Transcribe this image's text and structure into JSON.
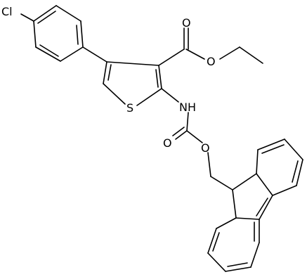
{
  "molecule": {
    "atom_labels": {
      "chlorine": "Cl",
      "sulfur": "S",
      "amine": "NH",
      "carbonyl_oxygen_ester": "O",
      "ether_oxygen_ester": "O",
      "carbonyl_oxygen_carbamate": "O",
      "ether_oxygen_carbamate": "O"
    },
    "colors": {
      "bond": "#000000",
      "label": "#000000",
      "background": "#ffffff"
    }
  }
}
